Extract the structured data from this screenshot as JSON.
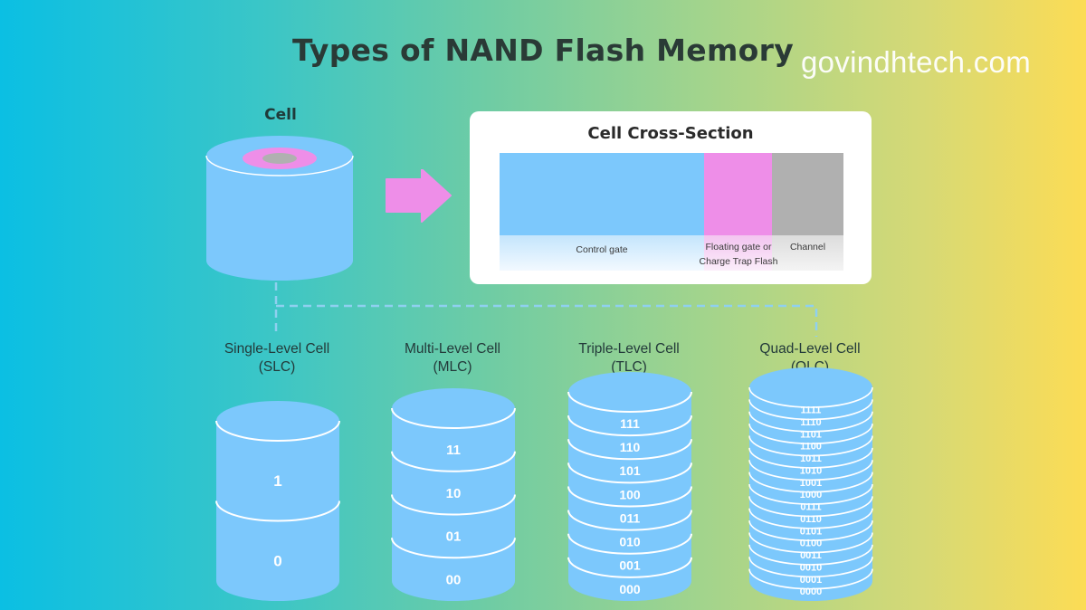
{
  "title": "Types of NAND Flash Memory",
  "watermark": "govindhtech.com",
  "colors": {
    "cell_blue": "#7cc8fc",
    "floating_gate_pink": "#ee8ee8",
    "channel_gray": "#b0b0b0",
    "text_dark": "#2a3a36",
    "stripe_white": "#ffffff"
  },
  "cell": {
    "label": "Cell",
    "icon": "cylinder-icon"
  },
  "arrow": {
    "icon": "arrow-right-icon"
  },
  "cross_section": {
    "title": "Cell Cross-Section",
    "regions": [
      {
        "label": "Control gate",
        "color": "#7cc8fc"
      },
      {
        "label": "Floating gate or Charge Trap Flash",
        "line1": "Floating gate or",
        "line2": "Charge Trap Flash",
        "color": "#ee8ee8"
      },
      {
        "label": "Channel",
        "color": "#b0b0b0"
      }
    ]
  },
  "types": [
    {
      "name": "Single-Level Cell",
      "abbr": "(SLC)",
      "states": [
        "1",
        "0"
      ]
    },
    {
      "name": "Multi-Level Cell",
      "abbr": "(MLC)",
      "states": [
        "11",
        "10",
        "01",
        "00"
      ]
    },
    {
      "name": "Triple-Level Cell",
      "abbr": "(TLC)",
      "states": [
        "111",
        "110",
        "101",
        "100",
        "011",
        "010",
        "001",
        "000"
      ]
    },
    {
      "name": "Quad-Level Cell",
      "abbr": "(QLC)",
      "states": [
        "1111",
        "1110",
        "1101",
        "1100",
        "1011",
        "1010",
        "1001",
        "1000",
        "0111",
        "0110",
        "0101",
        "0100",
        "0011",
        "0010",
        "0001",
        "0000"
      ]
    }
  ]
}
